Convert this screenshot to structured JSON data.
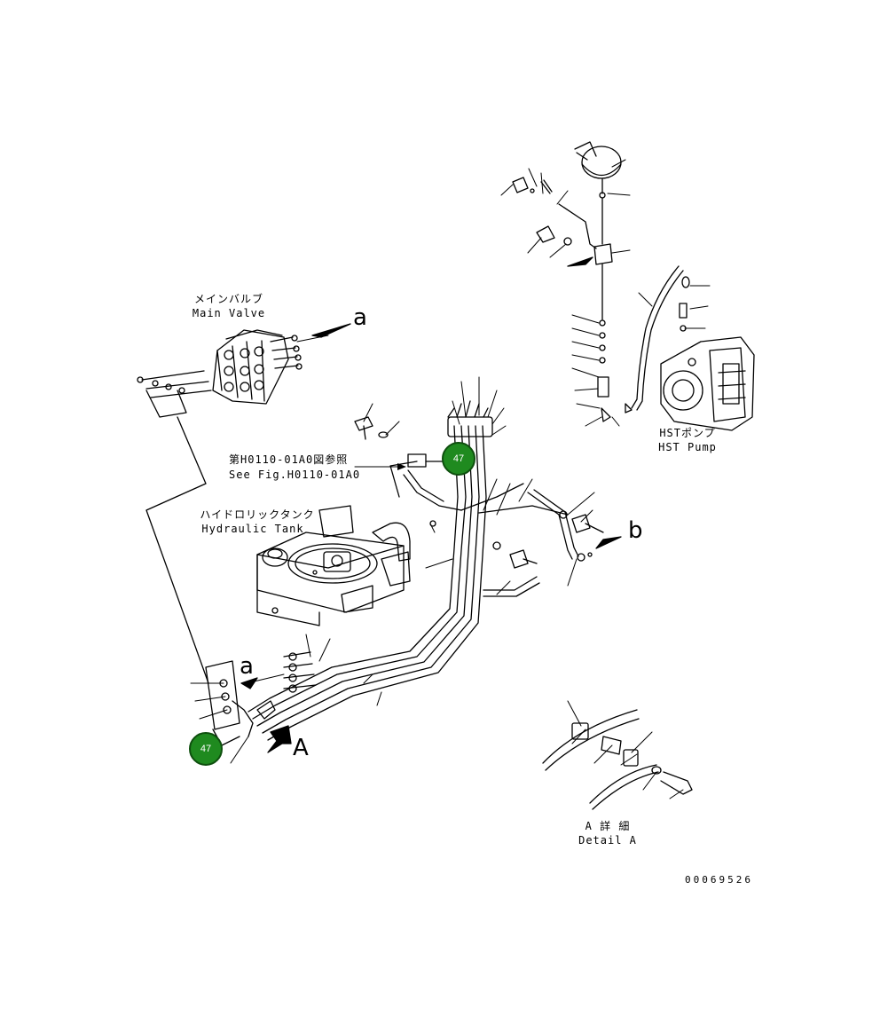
{
  "labels": {
    "main_valve_jp": "メインバルブ",
    "main_valve_en": "Main Valve",
    "see_fig_jp": "第H0110-01A0図参照",
    "see_fig_en": "See Fig.H0110-01A0",
    "tank_jp": "ハイドロリックタンク",
    "tank_en": "Hydraulic Tank",
    "pump_jp": "HSTポンプ",
    "pump_en": "HST Pump",
    "detail_jp": "A 詳 細",
    "detail_en": "Detail A",
    "arrow_a_top": "a",
    "arrow_a_bottom": "a",
    "arrow_b": "b",
    "view_A": "A",
    "drawing_no": "00069526"
  },
  "callouts": [
    {
      "number": "47"
    },
    {
      "number": "47"
    }
  ],
  "colors": {
    "callout_fill": "#1f8a1f",
    "line": "#000000"
  }
}
